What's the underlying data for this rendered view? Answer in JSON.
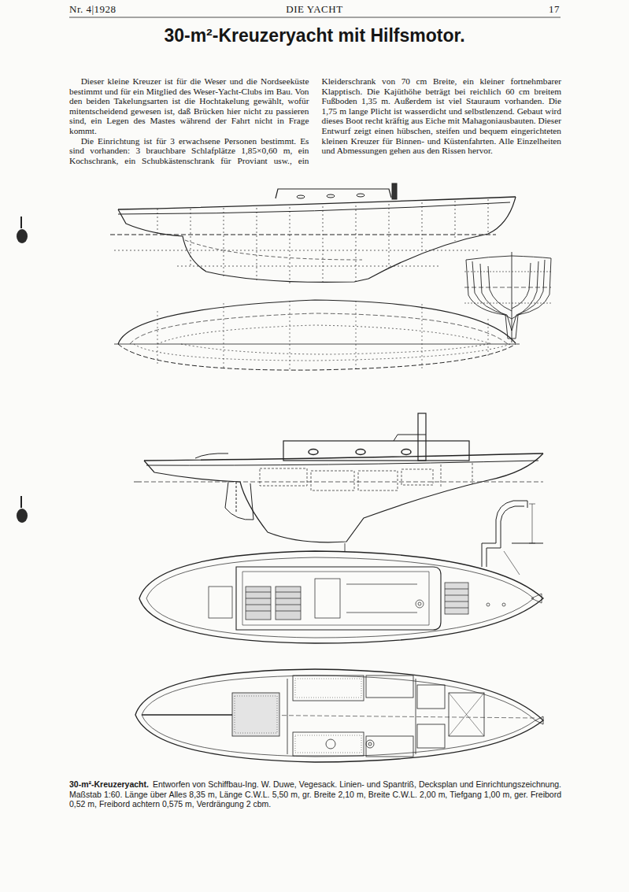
{
  "diagram": {
    "title": "30-m²-Kreuzeryacht mit Hilfsmotor.",
    "caption": "Entworfen von Schiffbau-Ing. W. Duwe, Vegesack. Linien- und Spantriß, Decksplan und Einrichtungszeichnung. Maßstab 1:60. Länge über Alles 8,35 m, Länge C.W.L. 5,50 m, gr. Breite 2,10 m, Breite C.W.L. 2,00 m, Tiefgang 1,00 m, ger. Freibord 0,52 m, Freibord achtern 0,575 m, Verdrängung 2 cbm.",
    "labels": [
      "Nr. 4|1928",
      "DIE YACHT",
      "17",
      "Dieser kleine Kreuzer ist für die Weser und die Nordseeküste bestimmt und für ein Mitglied des Weser-Yacht-Clubs im Bau. Von den beiden Takelungsarten ist die Hochtakelung gewählt, wofür mitentscheidend gewesen ist, daß Brücken hier nicht zu passieren sind, ein Legen des Mastes während der Fahrt nicht in Frage kommt.",
      "Die Einrichtung ist für 3 erwachsene Personen bestimmt. Es sind vorhanden: 3 brauchbare Schlafplätze 1,85×0,60 m, ein Kochschrank, ein Schubkästenschrank für Proviant usw., ein Kleiderschrank von 70 cm Breite, ein kleiner fortnehmbarer Klapptisch. Die Kajüthöhe beträgt bei reichlich 60 cm breitem Fußboden 1,35 m. Außerdem ist viel Stauraum vorhanden. Die 1,75 m lange Plicht ist wasserdicht und selbstlenzend. Gebaut wird dieses Boot recht kräftig aus Eiche mit Mahagoniausbauten. Dieser Entwurf zeigt einen hübschen, steifen und bequem eingerichteten kleinen Kreuzer für Binnen- und Küstenfahrten. Alle Einzelheiten und Abmessungen gehen aus den Rissen hervor.",
      "30-m²-Kreuzeryacht."
    ]
  }
}
